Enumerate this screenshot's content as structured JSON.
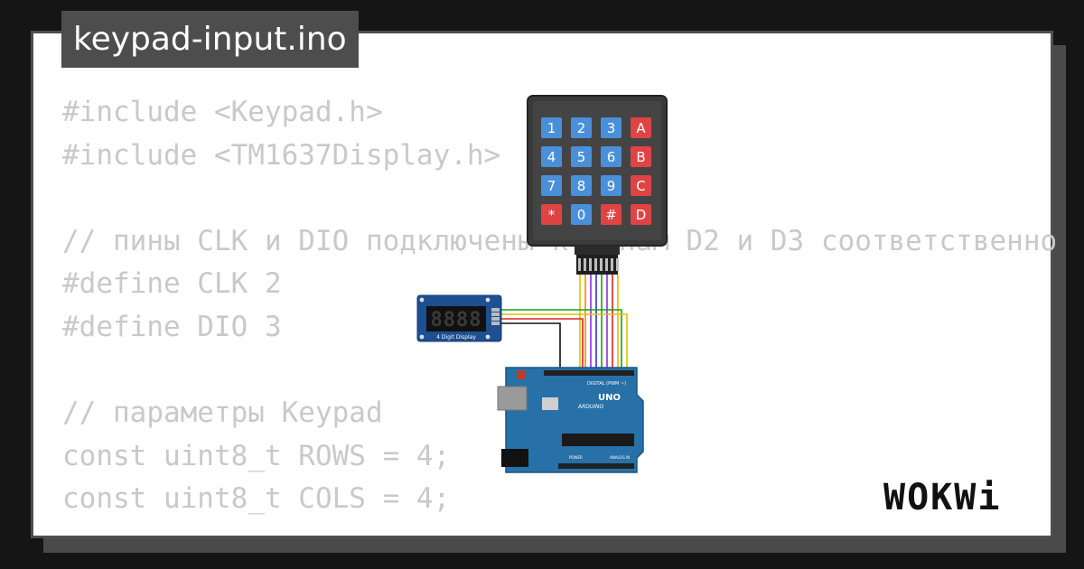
{
  "header": {
    "filename": "keypad-input.ino"
  },
  "code_lines": [
    "#include <Keypad.h>",
    "#include <TM1637Display.h>",
    "",
    "// пины CLK и DIO подключены к пинам D2 и D3 соответственно",
    "#define CLK 2",
    "#define DIO 3",
    "",
    "// параметры Keypad",
    "const uint8_t ROWS = 4;",
    "const uint8_t COLS = 4;"
  ],
  "keypad": {
    "keys": [
      [
        "1",
        "2",
        "3",
        "A"
      ],
      [
        "4",
        "5",
        "6",
        "B"
      ],
      [
        "7",
        "8",
        "9",
        "C"
      ],
      [
        "*",
        "0",
        "#",
        "D"
      ]
    ],
    "digit_color": "#4a90d9",
    "letter_color": "#e04343"
  },
  "display": {
    "digits": "8888",
    "label": "4 Digit Display"
  },
  "arduino": {
    "model": "UNO",
    "brand": "ARDUINO",
    "digital_label": "DIGITAL (PWM ~)",
    "power_label": "POWER",
    "analog_label": "ANALOG IN"
  },
  "brand": {
    "logo": "WOKWi"
  },
  "colors": {
    "wire_black": "#111111",
    "wire_red": "#e02020",
    "wire_green": "#1aa01a",
    "wire_yellow": "#d8c400",
    "wire_purple": "#8a2be2",
    "wire_blue": "#2233dd",
    "wire_orange": "#ff8800",
    "board": "#2870a8"
  }
}
